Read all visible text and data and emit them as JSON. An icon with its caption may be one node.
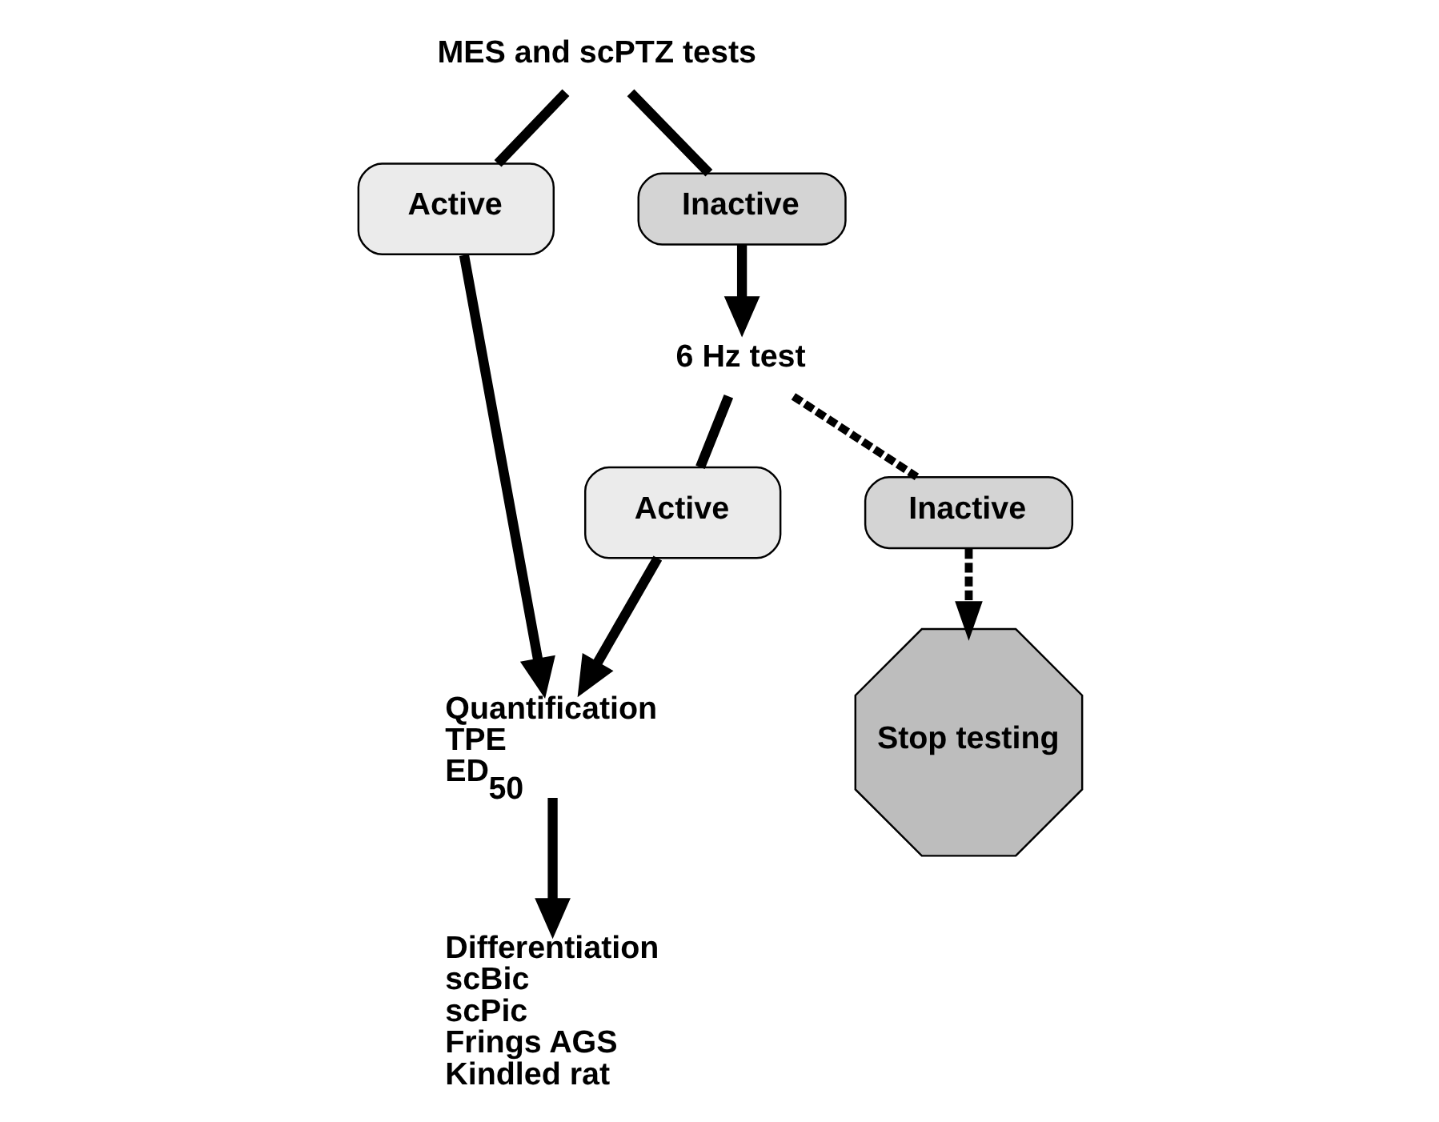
{
  "diagram": {
    "nodes": [
      {
        "text": [
          "MES and scPTZ tests"
        ]
      },
      {
        "text": [
          "Active"
        ]
      },
      {
        "text": [
          "Inactive"
        ]
      },
      {
        "text": [
          "6 Hz test"
        ]
      },
      {
        "text": [
          "Active"
        ]
      },
      {
        "text": [
          "Inactive"
        ]
      },
      {
        "text": [
          "Quantification",
          "TPE",
          "ED$_{50}$"
        ]
      },
      {
        "text": [
          "Differentiation",
          "scBic",
          "scPic",
          "Frings AGS",
          "Kindled rat"
        ]
      },
      {
        "text": [
          "Stop testing"
        ]
      }
    ],
    "edges": [
      {
        "from": 0,
        "to": 1,
        "arrow": "none"
      },
      {
        "from": 1,
        "to": 6,
        "arrow": "to"
      },
      {
        "from": 0,
        "to": 2,
        "arrow": "none"
      },
      {
        "from": 2,
        "to": 3,
        "arrow": "to"
      },
      {
        "from": 3,
        "to": 4,
        "arrow": "none"
      },
      {
        "from": 4,
        "to": 6,
        "arrow": "to"
      },
      {
        "from": 3,
        "to": 5,
        "arrow": "none",
        "style": "dashed"
      },
      {
        "from": 5,
        "to": 8,
        "arrow": "to",
        "style": "dashed"
      },
      {
        "from": 6,
        "to": 7,
        "arrow": "to"
      }
    ]
  }
}
